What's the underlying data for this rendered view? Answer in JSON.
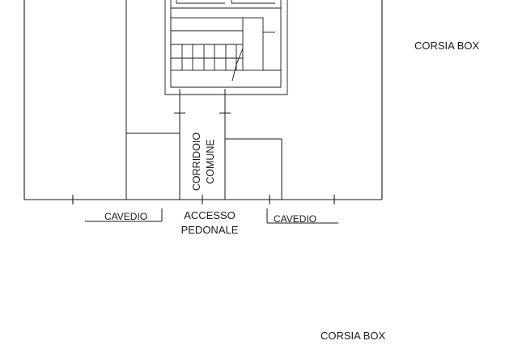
{
  "labels": {
    "corsia_box_top": "CORSIA BOX",
    "corsia_box_bottom": "CORSIA BOX",
    "corridoio_line1": "CORRIDOIO",
    "corridoio_line2": "COMUNE",
    "cavedio_left": "CAVEDIO",
    "cavedio_right": "CAVEDIO",
    "accesso_line1": "ACCESSO",
    "accesso_line2": "PEDONALE"
  },
  "colors": {
    "line": "#1a1a1a",
    "background": "#ffffff"
  }
}
